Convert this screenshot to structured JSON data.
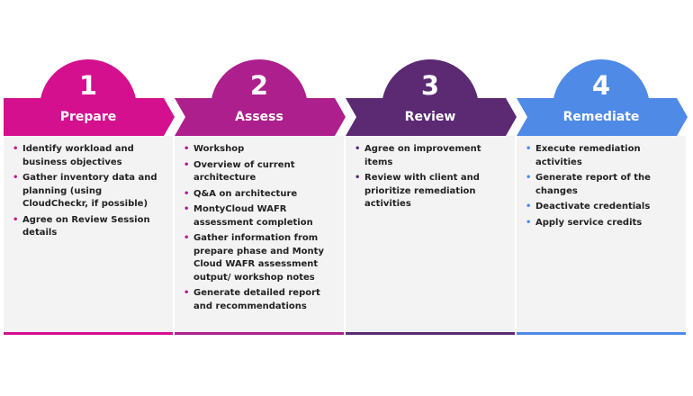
{
  "steps": [
    {
      "number": "1",
      "title": "Prepare",
      "color": "#d4108e",
      "items": [
        "Identify workload and business objectives",
        "Gather inventory data and planning (using CloudCheckr, if possible)",
        "Agree on Review Session details"
      ]
    },
    {
      "number": "2",
      "title": "Assess",
      "color": "#ad1f8c",
      "items": [
        "Workshop",
        "Overview of current architecture",
        "Q&A on architecture",
        "MontyCloud WAFR assessment completion",
        "Gather information from prepare phase and Monty Cloud WAFR assessment output/ workshop notes",
        "Generate detailed report and recommendations"
      ]
    },
    {
      "number": "3",
      "title": "Review",
      "color": "#5b2a73",
      "items": [
        "Agree on improvement items",
        "Review with client and prioritize remediation activities"
      ]
    },
    {
      "number": "4",
      "title": "Remediate",
      "color": "#4f8ae6",
      "items": [
        "Execute remediation activities",
        "Generate report of the changes",
        "Deactivate credentials",
        "Apply service credits"
      ]
    }
  ]
}
